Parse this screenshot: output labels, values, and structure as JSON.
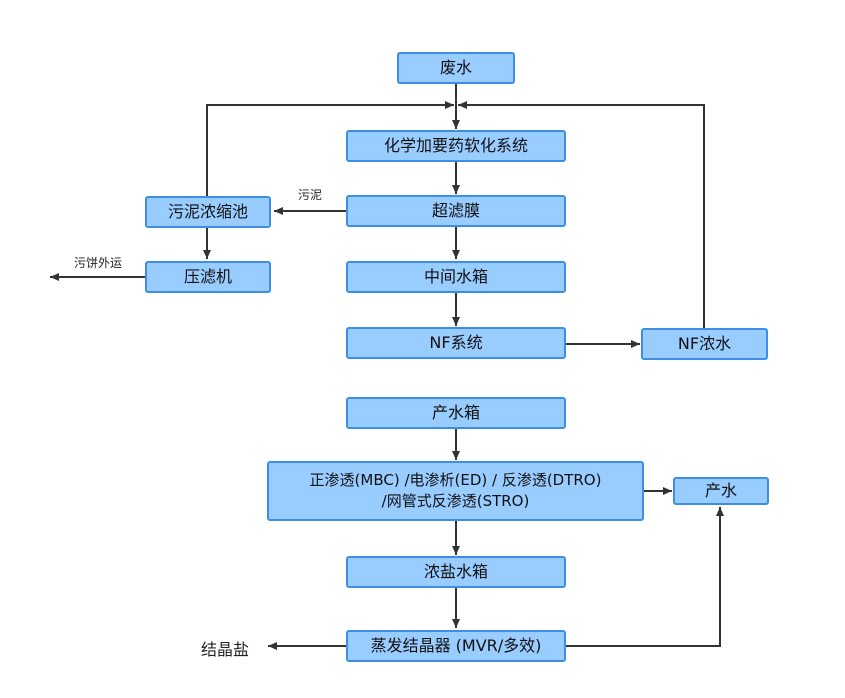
{
  "nodes": {
    "wastewater": "废水",
    "softening": "化学加要药软化系统",
    "sludge_thickener": "污泥浓缩池",
    "ultrafiltration": "超滤膜",
    "filter_press": "压滤机",
    "intermediate_tank": "中间水箱",
    "nf_system": "NF系统",
    "nf_concentrate": "NF浓水",
    "product_tank": "产水箱",
    "membrane_line1": "正渗透(MBC) /电渗析(ED) / 反渗透(DTRO)",
    "membrane_line2": "/网管式反渗透(STRO)",
    "product_water": "产水",
    "brine_tank": "浓盐水箱",
    "evaporator": "蒸发结晶器 (MVR/多效)"
  },
  "labels": {
    "sludge": "污泥",
    "cake_out": "污饼外运",
    "crystal_salt": "结晶盐"
  },
  "colors": {
    "node_fill": "#99ccff",
    "node_border": "#3d8ee6",
    "arrow": "#333333"
  }
}
